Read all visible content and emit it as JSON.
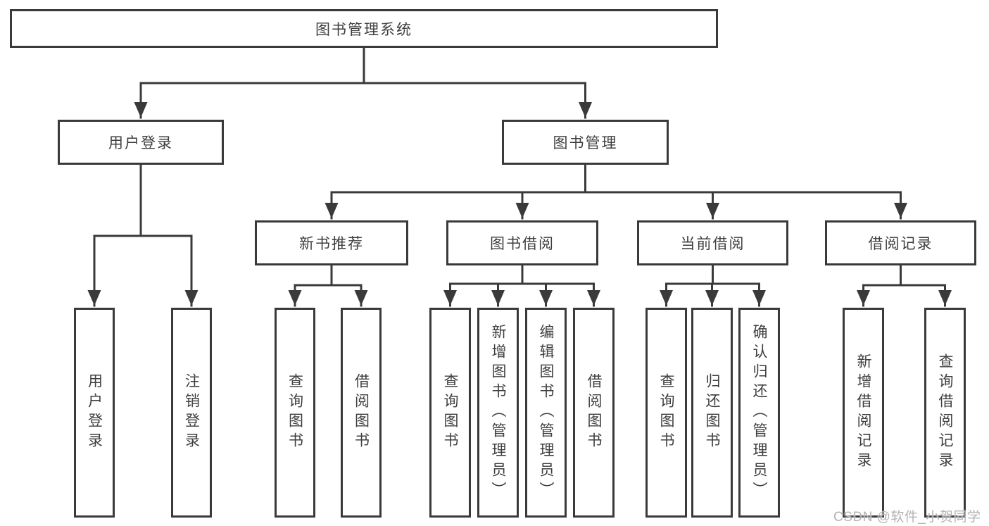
{
  "colors": {
    "line": "#3a3a3a",
    "box_border": "#3a3a3a",
    "box_fill": "#ffffff",
    "text": "#3e3e3e",
    "background": "#ffffff",
    "watermark": "#b3b3b3"
  },
  "nodes": {
    "root": "图书管理系统",
    "level2": [
      "用户登录",
      "图书管理"
    ],
    "level3": [
      "新书推荐",
      "图书借阅",
      "当前借阅",
      "借阅记录"
    ],
    "leaves_user_login": [
      "用户登录",
      "注销登录"
    ],
    "leaves_new_book": [
      "查询图书",
      "借阅图书"
    ],
    "leaves_book_borrow": [
      "查询图书",
      "新增图书（管理员）",
      "编辑图书（管理员）",
      "借阅图书"
    ],
    "leaves_current_borrow": [
      "查询图书",
      "归还图书",
      "确认归还（管理员）"
    ],
    "leaves_borrow_record": [
      "新增借阅记录",
      "查询借阅记录"
    ]
  },
  "watermark": {
    "text": "CSDN @软件_小贺同学"
  }
}
